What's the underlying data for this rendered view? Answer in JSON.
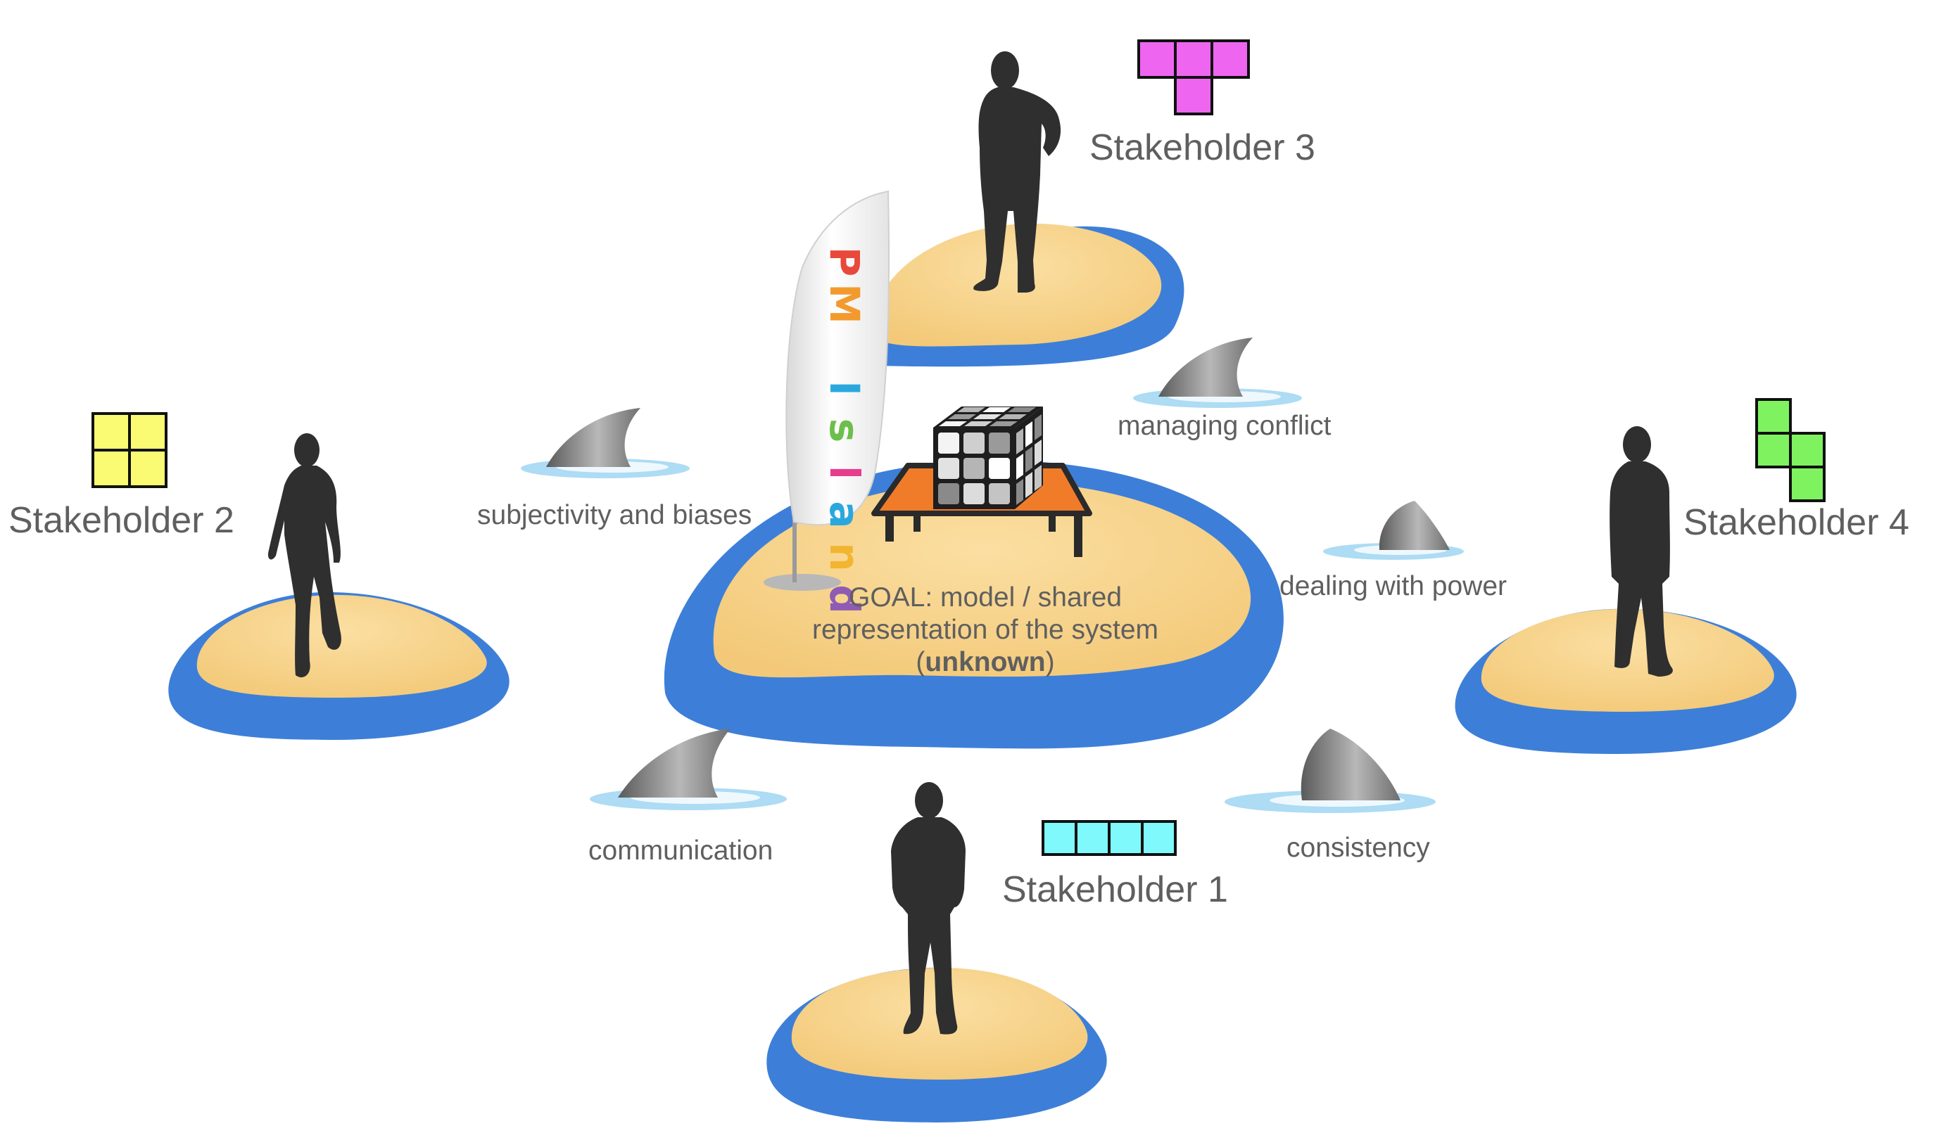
{
  "stakeholders": [
    {
      "id": "1",
      "label": "Stakeholder 1",
      "piece_color": "#7ff9fb",
      "piece_shape": "I-tetromino"
    },
    {
      "id": "2",
      "label": "Stakeholder 2",
      "piece_color": "#fbfb73",
      "piece_shape": "O-tetromino"
    },
    {
      "id": "3",
      "label": "Stakeholder 3",
      "piece_color": "#ee66f0",
      "piece_shape": "T-tetromino"
    },
    {
      "id": "4",
      "label": "Stakeholder 4",
      "piece_color": "#7ef35f",
      "piece_shape": "S-tetromino"
    }
  ],
  "risks": [
    {
      "id": "subjectivity",
      "label": "subjectivity and biases"
    },
    {
      "id": "conflict",
      "label": "managing conflict"
    },
    {
      "id": "power",
      "label": "dealing with power"
    },
    {
      "id": "communication",
      "label": "communication"
    },
    {
      "id": "consistency",
      "label": "consistency"
    }
  ],
  "goal": {
    "line1": "GOAL: model / shared",
    "line2": "representation of the system",
    "line3_open": "(",
    "line3_strong": "unknown",
    "line3_close": ")"
  },
  "flag": {
    "letters": [
      "P",
      "M",
      " ",
      "I",
      "s",
      "l",
      "a",
      "n",
      "d"
    ],
    "letter_colors": [
      "#e8493a",
      "#f39a2e",
      "#ffffff",
      "#2aa8de",
      "#6cbf4b",
      "#e63d8d",
      "#2aa8de",
      "#f2b530",
      "#8e5bb5"
    ]
  },
  "colors": {
    "water": "#3d7fd8",
    "sand": "#f8d48c",
    "silhouette": "#2f2f2f",
    "table": "#f07c2a",
    "fin": "#8e8e8e"
  }
}
